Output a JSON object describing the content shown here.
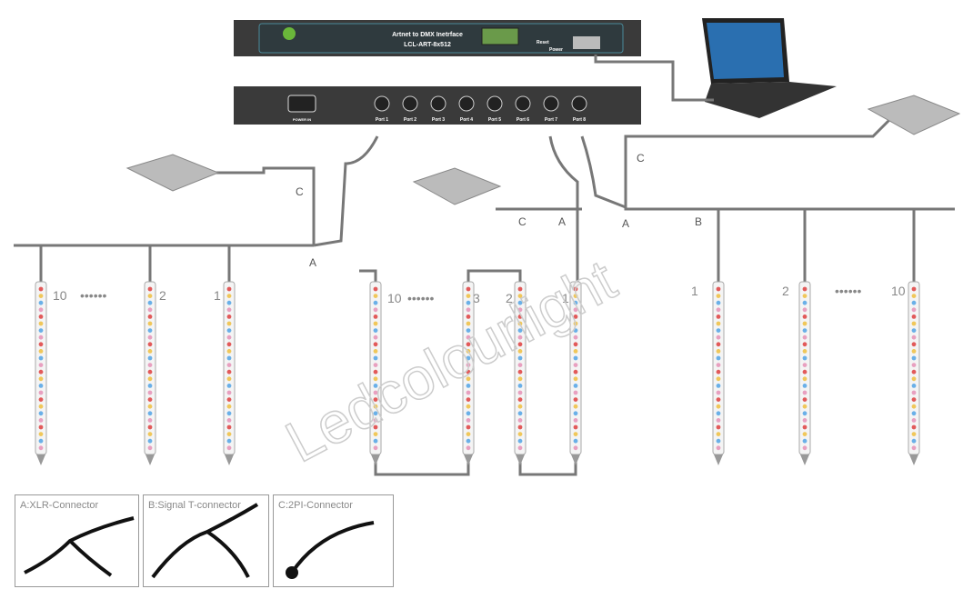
{
  "device": {
    "title": "Artnet to DMX Inetrface",
    "model": "LCL-ART-8x512",
    "ports": [
      "Port 1",
      "Port 2",
      "Port 3",
      "Port 4",
      "Port 5",
      "Port 6",
      "Port 7",
      "Port 8"
    ],
    "power_label": "POWER IN",
    "reset_label": "Reset",
    "power_led_label": "Power"
  },
  "connector_labels": {
    "a": "A",
    "b": "B",
    "c": "C"
  },
  "groups": [
    {
      "labels": [
        "10",
        "2",
        "1"
      ],
      "dots": "••••••"
    },
    {
      "labels": [
        "10",
        "3",
        "2",
        "1"
      ],
      "dots": "••••••"
    },
    {
      "labels": [
        "1",
        "2",
        "10"
      ],
      "dots": "••••••"
    }
  ],
  "watermark": "Ledcolourlight",
  "legend": [
    {
      "label": "A:XLR-Connector"
    },
    {
      "label": "B:Signal T-connector"
    },
    {
      "label": "C:2PI-Connector"
    }
  ],
  "colors": {
    "device": "#3a3a3a",
    "cable": "#777777",
    "led": [
      "#e25a5a",
      "#f0c75a",
      "#6ab0e8",
      "#e8a0c0"
    ]
  }
}
